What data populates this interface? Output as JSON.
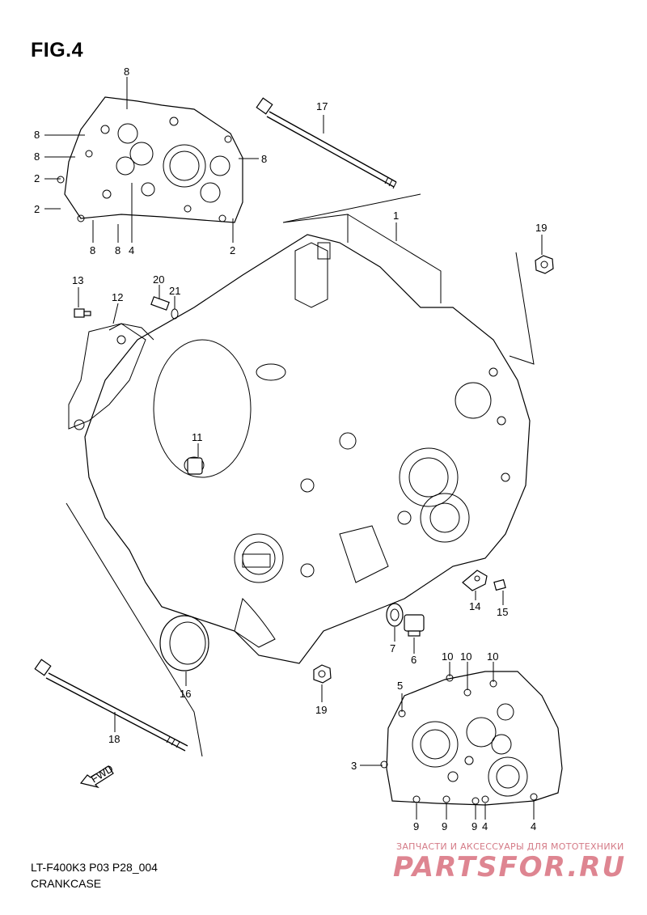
{
  "figure": {
    "title": "FIG.4",
    "model_code": "LT-F400K3 P03 P28_004",
    "section_name": "CRANKCASE"
  },
  "watermark": {
    "top_line": "ЗАПЧАСТИ И АКСЕССУАРЫ ДЛЯ МОТОТЕХНИКИ",
    "logo_text": "PARTSFOR.RU"
  },
  "fwd_label": "FWD",
  "callouts": [
    "8",
    "8",
    "8",
    "8",
    "2",
    "2",
    "8",
    "8",
    "4",
    "2",
    "17",
    "1",
    "19",
    "13",
    "20",
    "21",
    "12",
    "11",
    "14",
    "15",
    "7",
    "6",
    "16",
    "19",
    "18",
    "5",
    "10",
    "10",
    "10",
    "3",
    "9",
    "9",
    "9",
    "4",
    "4"
  ]
}
